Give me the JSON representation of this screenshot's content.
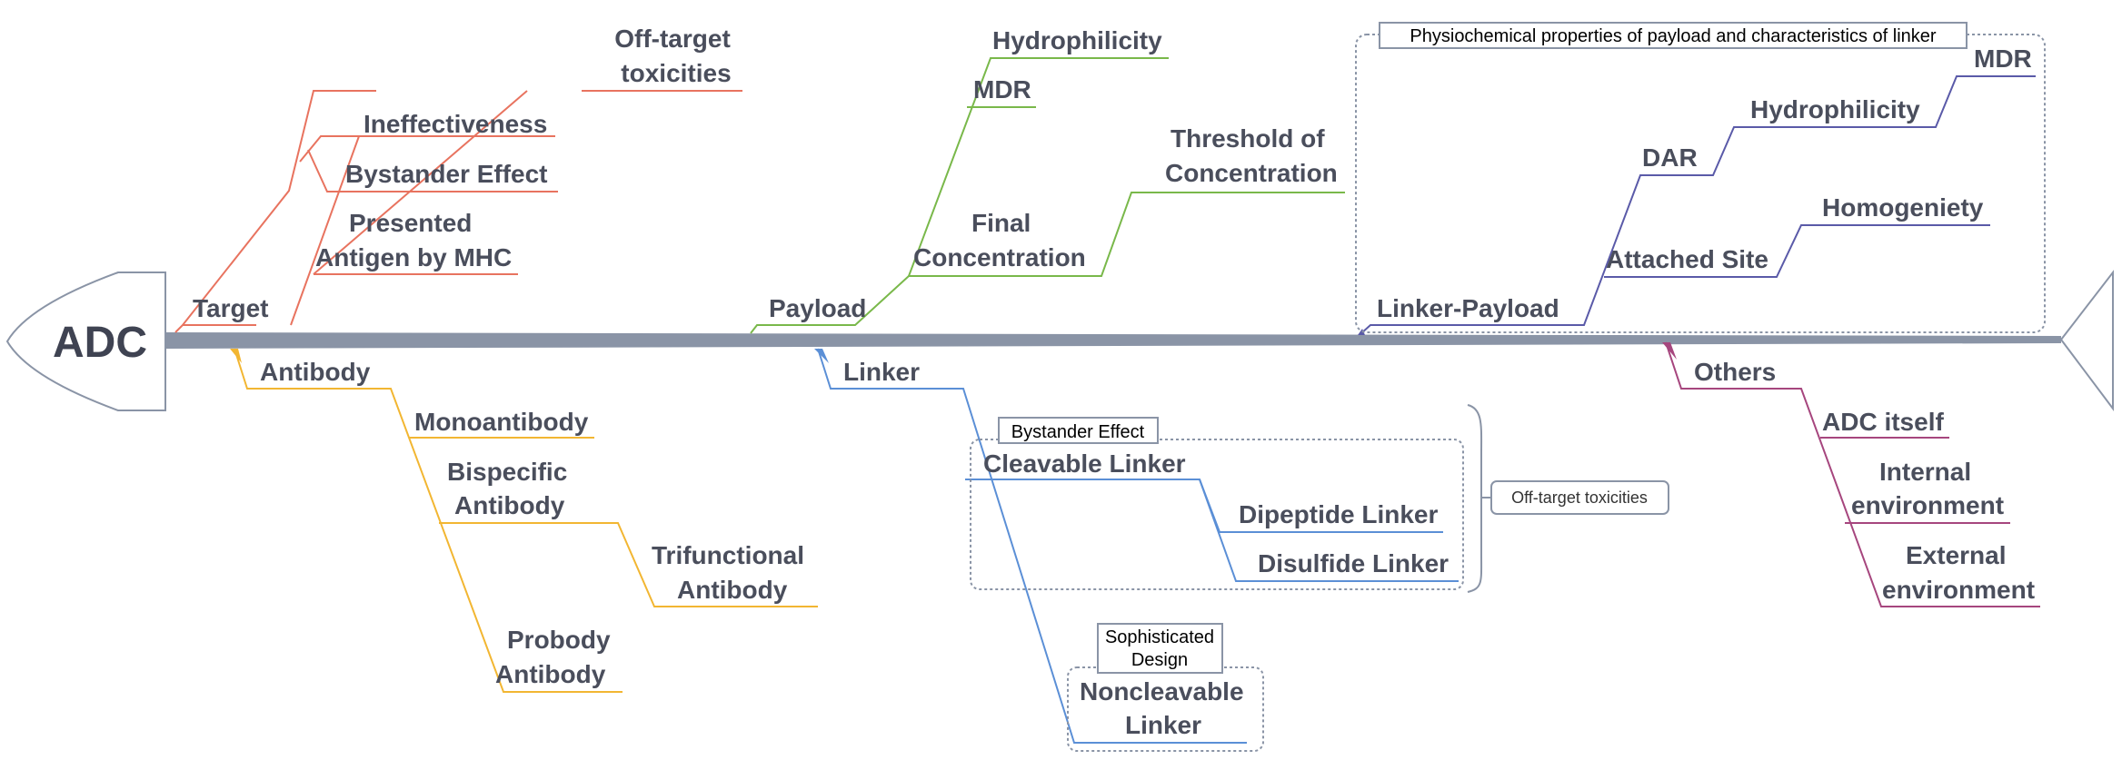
{
  "head": {
    "label": "ADC"
  },
  "colors": {
    "spine": "#8a94a6",
    "target": "#e8735f",
    "antibody": "#f2b632",
    "payload": "#79b84a",
    "linker": "#5b8fd6",
    "linker_payload": "#5a5aa8",
    "others": "#a6467e",
    "text": "#4a4e5c"
  },
  "branches": {
    "target": {
      "label": "Target",
      "items": [
        "Off-target toxicities",
        "Ineffectiveness",
        "Bystander Effect",
        "Presented Antigen by MHC"
      ]
    },
    "antibody": {
      "label": "Antibody",
      "items": [
        "Monoantibody",
        "Bispecific Antibody",
        "Trifunctional Antibody",
        "Probody Antibody"
      ]
    },
    "payload": {
      "label": "Payload",
      "items": [
        "Hydrophilicity",
        "MDR",
        "Threshold of Concentration",
        "Final Concentration"
      ]
    },
    "linker": {
      "label": "Linker",
      "items": [
        "Cleavable Linker",
        "Dipeptide Linker",
        "Disulfide Linker",
        "Noncleavable Linker"
      ]
    },
    "linker_payload": {
      "label": "Linker-Payload",
      "items": [
        "MDR",
        "Hydrophilicity",
        "DAR",
        "Homogeniety",
        "Attached Site"
      ]
    },
    "others": {
      "label": "Others",
      "items": [
        "ADC itself",
        "Internal environment",
        "External environment"
      ]
    }
  },
  "callouts": {
    "physio": "Physiochemical properties of payload and characteristics of linker",
    "bystander": "Bystander Effect",
    "sophisticated": "Sophisticated Design",
    "offtarget": "Off-target toxicities"
  }
}
